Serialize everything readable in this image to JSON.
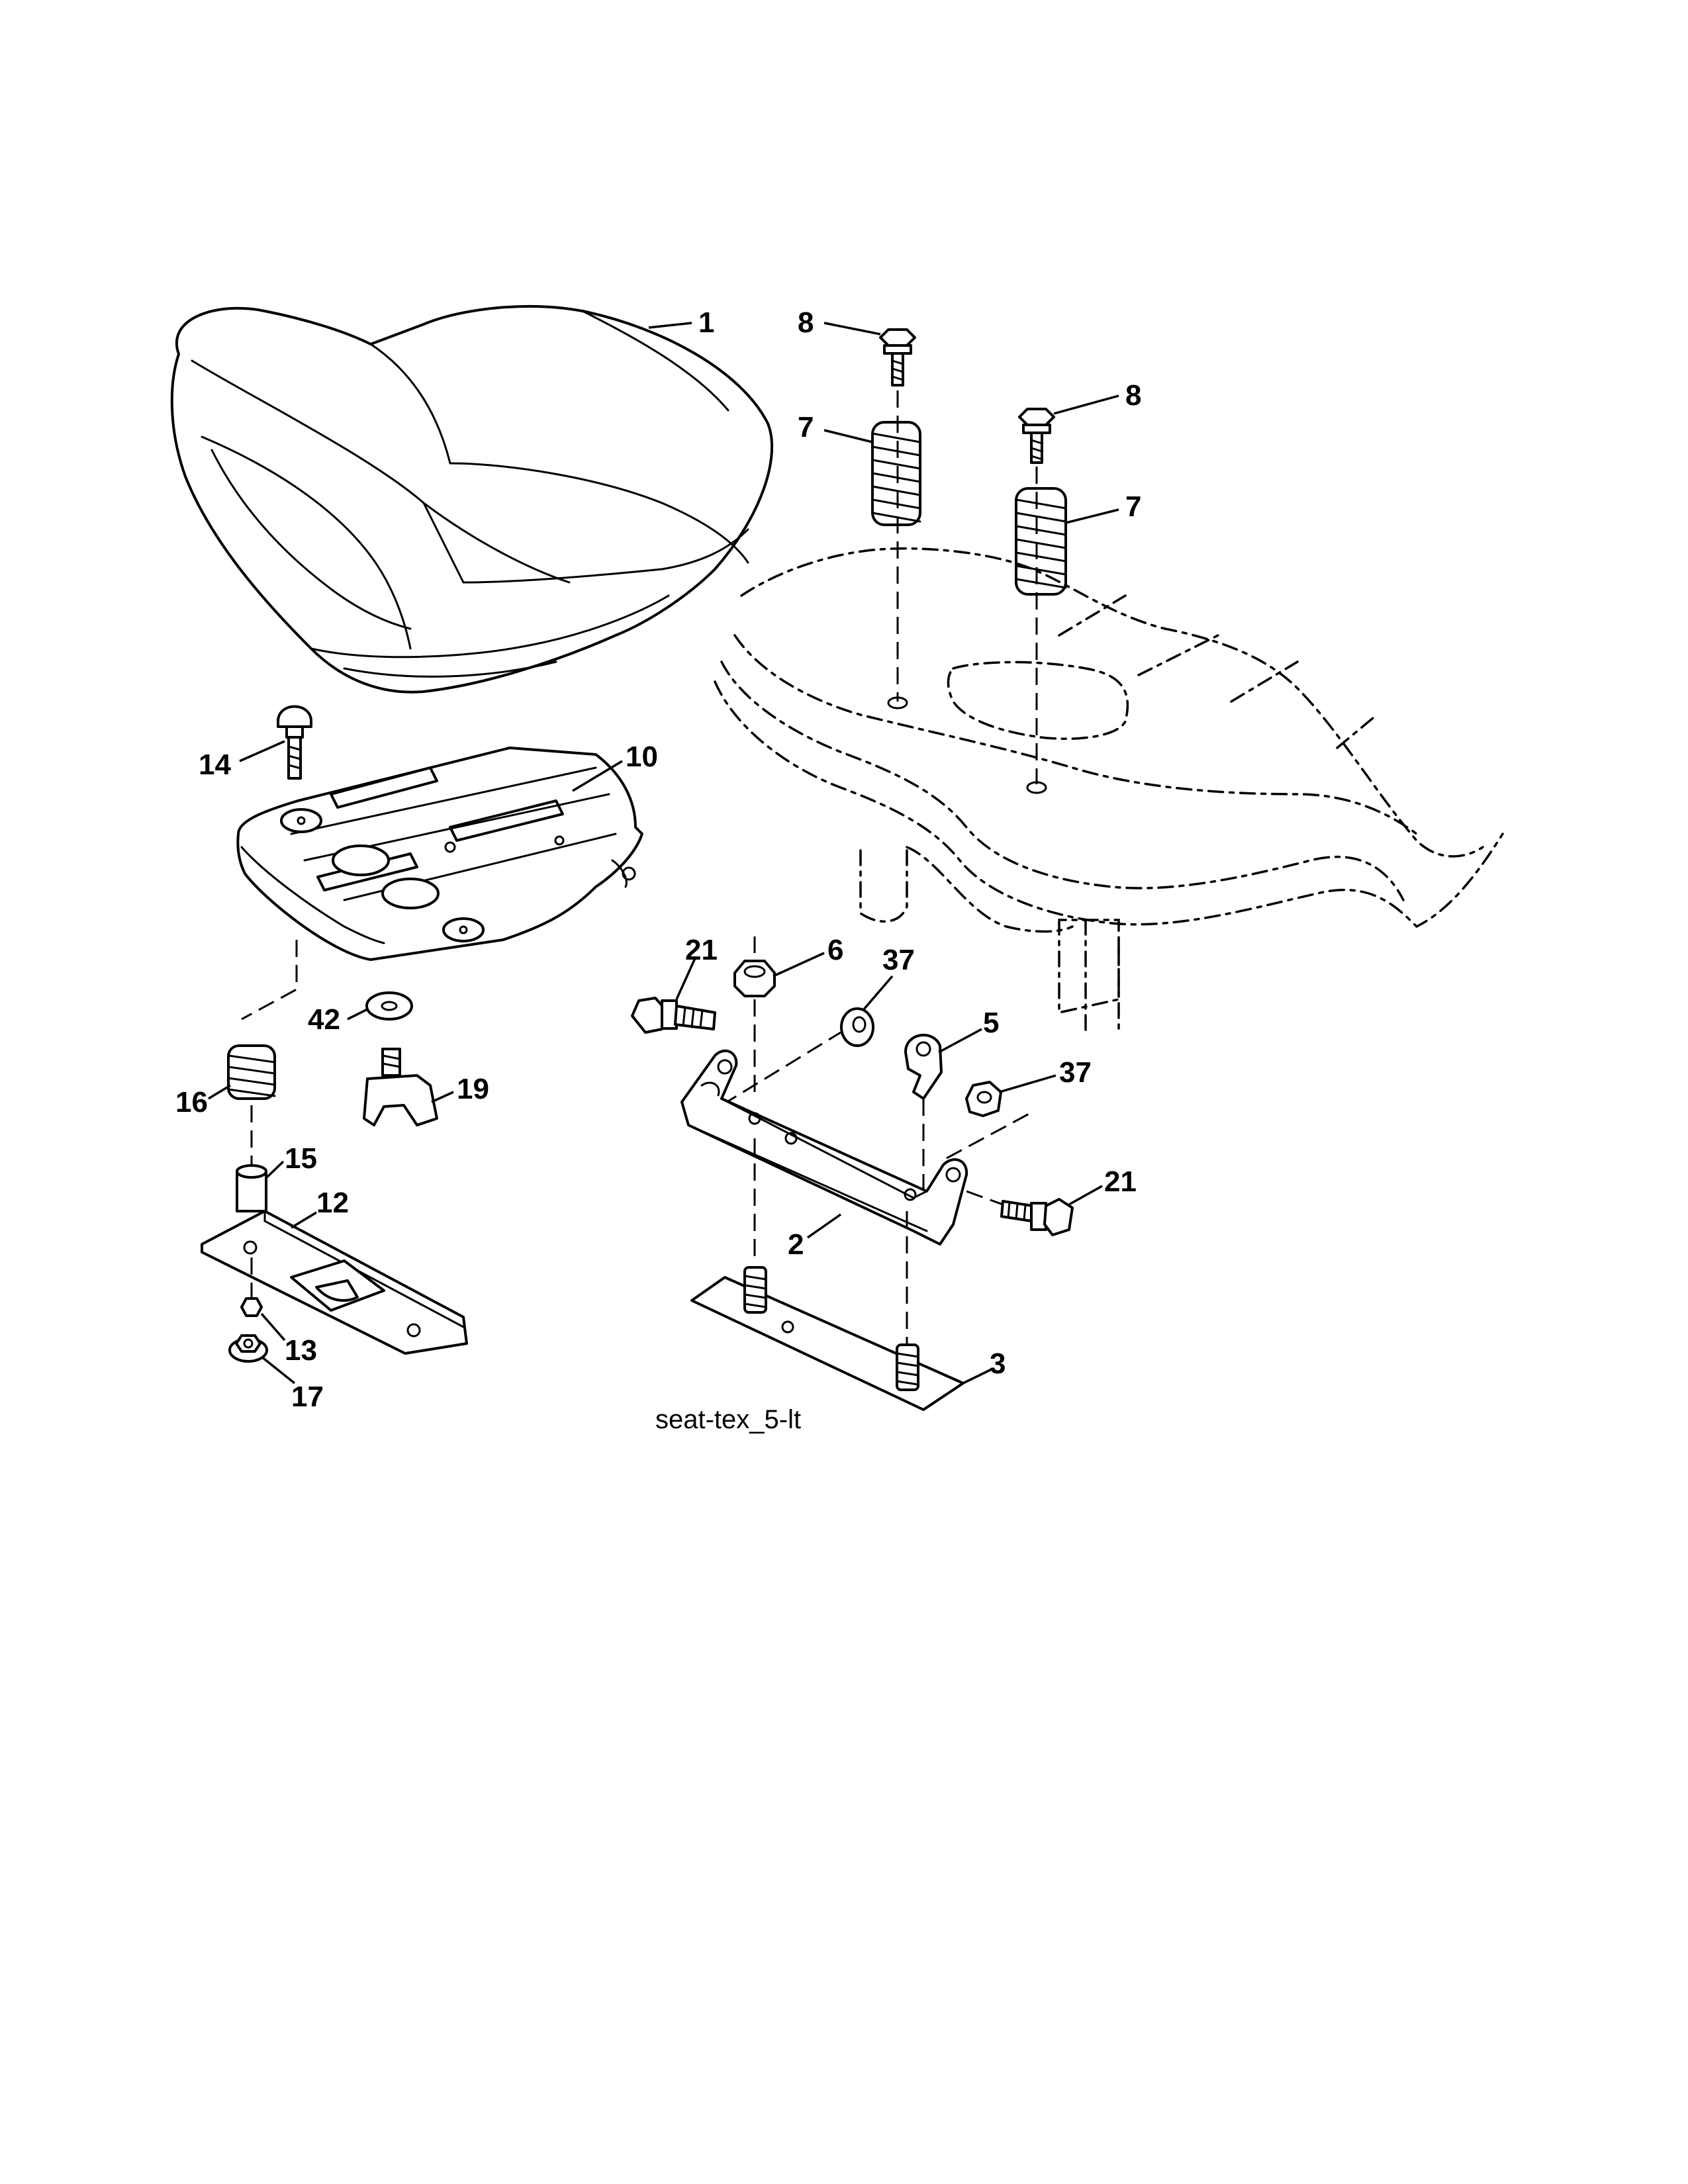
{
  "diagram": {
    "caption": "seat-tex_5-lt",
    "callouts": {
      "seat": "1",
      "seat_bolt_left": "8",
      "seat_bolt_right": "8",
      "spring_left": "7",
      "spring_right": "7",
      "carriage_bolt": "14",
      "seat_pan": "10",
      "washer": "42",
      "spring_small": "16",
      "knob": "19",
      "spacer": "15",
      "slide_plate": "12",
      "nut_small": "13",
      "locknut": "17",
      "bolt_left": "21",
      "hex_nut": "6",
      "nut_upper": "37",
      "clip": "5",
      "nut_lower": "37",
      "bolt_right": "21",
      "bracket": "2",
      "stud_plate": "3"
    }
  }
}
